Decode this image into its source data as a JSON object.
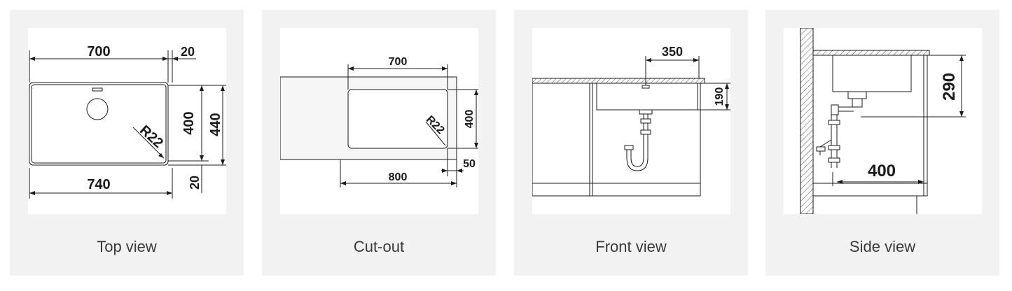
{
  "views": [
    {
      "caption": "Top view",
      "dims": {
        "top_width": "700",
        "top_margin": "20",
        "inner_height": "400",
        "outer_height": "440",
        "radius": "R22",
        "bottom_width": "740",
        "bottom_margin": "20"
      }
    },
    {
      "caption": "Cut-out",
      "dims": {
        "cut_width": "700",
        "cut_height": "400",
        "radius": "R22",
        "offset": "50",
        "cabinet_width": "800"
      }
    },
    {
      "caption": "Front view",
      "dims": {
        "center_offset": "350",
        "depth": "190"
      }
    },
    {
      "caption": "Side view",
      "dims": {
        "height": "290",
        "wall_offset": "400"
      }
    }
  ]
}
